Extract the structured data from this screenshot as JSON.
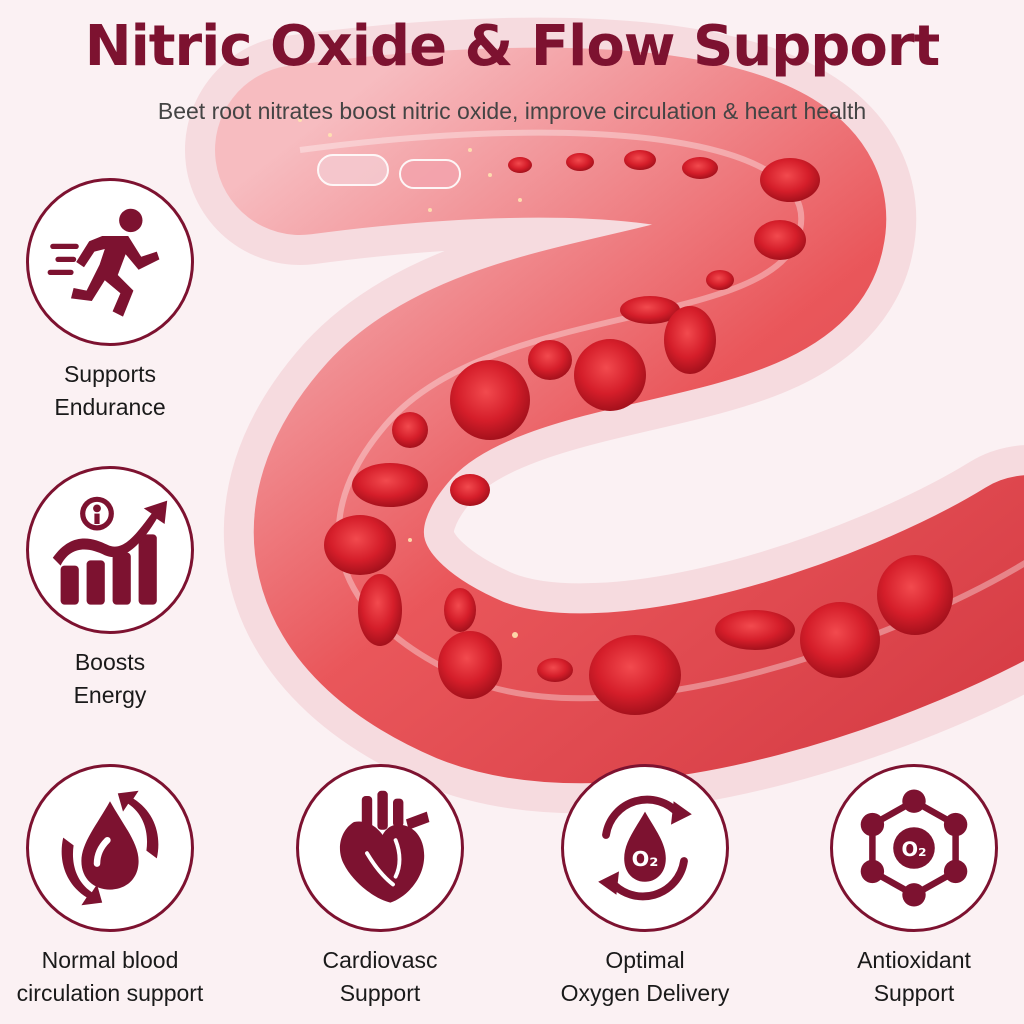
{
  "header": {
    "title": "Nitric Oxide & Flow Support",
    "subtitle": "Beet root nitrates boost nitric oxide, improve circulation & heart health"
  },
  "features": [
    {
      "icon": "running-person-icon",
      "line1": "Supports",
      "line2": "Endurance"
    },
    {
      "icon": "rising-energy-chart-icon",
      "line1": "Boosts",
      "line2": "Energy"
    },
    {
      "icon": "circulation-drop-icon",
      "line1": "Normal blood",
      "line2": "circulation support"
    },
    {
      "icon": "heart-icon",
      "line1": "Cardiovasc",
      "line2": "Support"
    },
    {
      "icon": "oxygen-drop-cycle-icon",
      "line1": "Optimal",
      "line2": "Oxygen Delivery"
    },
    {
      "icon": "antioxidant-molecule-icon",
      "line1": "Antioxidant",
      "line2": "Support"
    }
  ],
  "icon_text": {
    "o2": "O₂"
  },
  "colors": {
    "brand": "#7d1230",
    "vessel": "#e23a3f",
    "background": "#fbf1f3"
  }
}
